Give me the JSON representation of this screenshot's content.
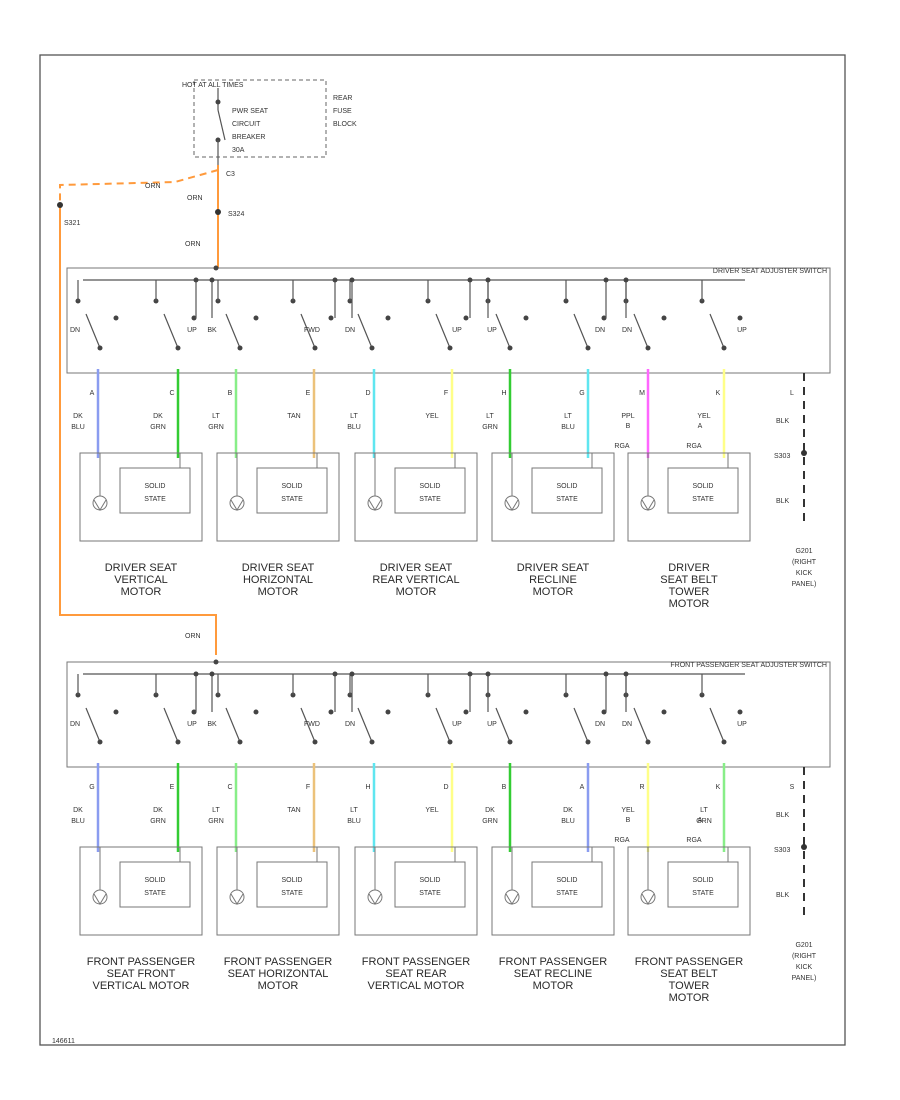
{
  "fuse_block": {
    "hot_label": "HOT AT ALL TIMES",
    "breaker_label": [
      "PWR SEAT",
      "CIRCUIT",
      "BREAKER",
      "30A"
    ],
    "block_label": [
      "REAR",
      "FUSE",
      "BLOCK"
    ],
    "connector": "C3"
  },
  "feed": {
    "wire_left": "ORN",
    "wire_main": "ORN",
    "splice_left": "S321",
    "splice_main": "S324",
    "wire_to_switch": "ORN",
    "wire_to_passenger": "ORN"
  },
  "colors": {
    "orange": "#ff9a3c",
    "blue": "#8a9cf0",
    "green": "#33cc33",
    "ltgreen": "#88ee88",
    "tan": "#ecc27a",
    "cyan": "#5fe6f0",
    "yellow": "#ffff88",
    "pink": "#ff66ff"
  },
  "driver": {
    "switch_title": "DRIVER SEAT ADJUSTER SWITCH",
    "switch_labels": [
      "DN",
      "UP",
      "BK",
      "FWD",
      "DN",
      "UP",
      "UP",
      "DN",
      "DN",
      "UP"
    ],
    "pins": [
      "A",
      "C",
      "B",
      "E",
      "D",
      "F",
      "H",
      "G",
      "M",
      "K",
      "L"
    ],
    "wires": [
      "DK BLU",
      "DK GRN",
      "LT GRN",
      "TAN",
      "LT BLU",
      "YEL",
      "LT GRN",
      "LT BLU",
      "PPL",
      "YEL"
    ],
    "belt_pins": [
      "B",
      "A"
    ],
    "belt_conn": [
      "RGA",
      "RGA"
    ],
    "ground_wire": "BLK",
    "ground_splice": "S303",
    "ground_wire2": "BLK",
    "ground_label": [
      "G201",
      "(RIGHT",
      "KICK",
      "PANEL)"
    ],
    "motor_text": [
      "SOLID",
      "STATE"
    ],
    "motors": [
      [
        "DRIVER SEAT",
        "VERTICAL",
        "MOTOR"
      ],
      [
        "DRIVER SEAT",
        "HORIZONTAL",
        "MOTOR"
      ],
      [
        "DRIVER SEAT",
        "REAR VERTICAL",
        "MOTOR"
      ],
      [
        "DRIVER SEAT",
        "RECLINE",
        "MOTOR"
      ],
      [
        "DRIVER",
        "SEAT BELT",
        "TOWER",
        "MOTOR"
      ]
    ]
  },
  "passenger": {
    "switch_title": "FRONT PASSENGER SEAT ADJUSTER SWITCH",
    "switch_labels": [
      "DN",
      "UP",
      "BK",
      "FWD",
      "DN",
      "UP",
      "UP",
      "DN",
      "DN",
      "UP"
    ],
    "pins": [
      "G",
      "E",
      "C",
      "F",
      "H",
      "D",
      "B",
      "A",
      "R",
      "K",
      "S"
    ],
    "wires": [
      "DK BLU",
      "DK GRN",
      "LT GRN",
      "TAN",
      "LT BLU",
      "YEL",
      "DK GRN",
      "DK BLU",
      "YEL",
      "LT GRN"
    ],
    "belt_pins": [
      "B",
      "A"
    ],
    "belt_conn": [
      "RGA",
      "RGA"
    ],
    "ground_wire": "BLK",
    "ground_splice": "S303",
    "ground_wire2": "BLK",
    "ground_label": [
      "G201",
      "(RIGHT",
      "KICK",
      "PANEL)"
    ],
    "motor_text": [
      "SOLID",
      "STATE"
    ],
    "motors": [
      [
        "FRONT PASSENGER",
        "SEAT FRONT",
        "VERTICAL MOTOR"
      ],
      [
        "FRONT PASSENGER",
        "SEAT HORIZONTAL",
        "MOTOR"
      ],
      [
        "FRONT PASSENGER",
        "SEAT REAR",
        "VERTICAL MOTOR"
      ],
      [
        "FRONT PASSENGER",
        "SEAT RECLINE",
        "MOTOR"
      ],
      [
        "FRONT PASSENGER",
        "SEAT BELT",
        "TOWER",
        "MOTOR"
      ]
    ]
  },
  "footer_id": "146611"
}
